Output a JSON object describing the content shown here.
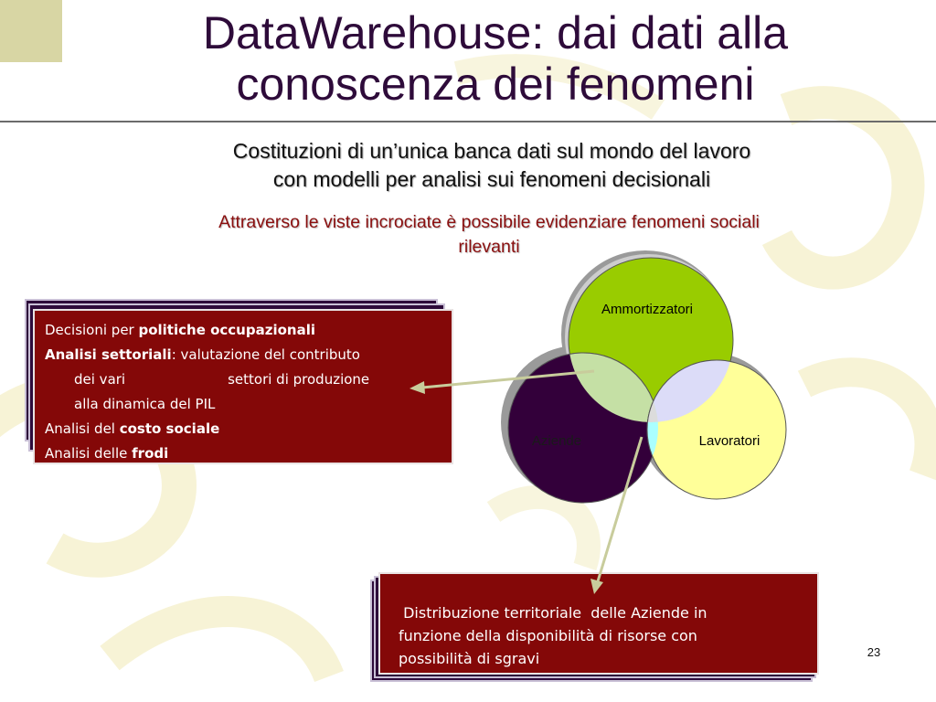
{
  "slide": {
    "title_line1": "DataWarehouse: dai dati alla",
    "title_line2": "conoscenza dei fenomeni",
    "subtitle_line1": "Costituzioni di un’unica banca dati sul mondo del lavoro",
    "subtitle_line2": "con modelli per analisi sui fenomeni decisionali",
    "highlight_line1": "Attraverso le viste incrociate è possibile evidenziare fenomeni sociali",
    "highlight_line2": "rilevanti",
    "left_box": {
      "l1_text": "Decisioni per ",
      "l1_bold": "politiche occupazionali",
      "l2_bold": "Analisi settoriali",
      "l2_text": ": valutazione del contributo",
      "l3_a": "dei vari",
      "l3_b": "settori di produzione",
      "l4_text": "alla dinamica del PIL",
      "l5_text": "Analisi del ",
      "l5_bold": "costo sociale",
      "l6_text": "Analisi delle ",
      "l6_bold": "frodi"
    },
    "bottom_box": {
      "line1": " Distribuzione territoriale  delle Aziende in",
      "line2": "funzione della disponibilità di risorse con",
      "line3": "possibilità di sgravi"
    },
    "slide_number": "23"
  },
  "venn": {
    "labels": {
      "top": "Ammortizzatori",
      "left": "Aziende",
      "right": "Lavoratori"
    },
    "colors": {
      "top": "#99cc00",
      "left": "#33003a",
      "right": "#ffff99",
      "top_left": "#c5e0a5",
      "top_right": "#dcdcf8",
      "left_right": "#aaffff",
      "center": "#dcdcdc",
      "arrow": "#c8cc9c"
    }
  }
}
